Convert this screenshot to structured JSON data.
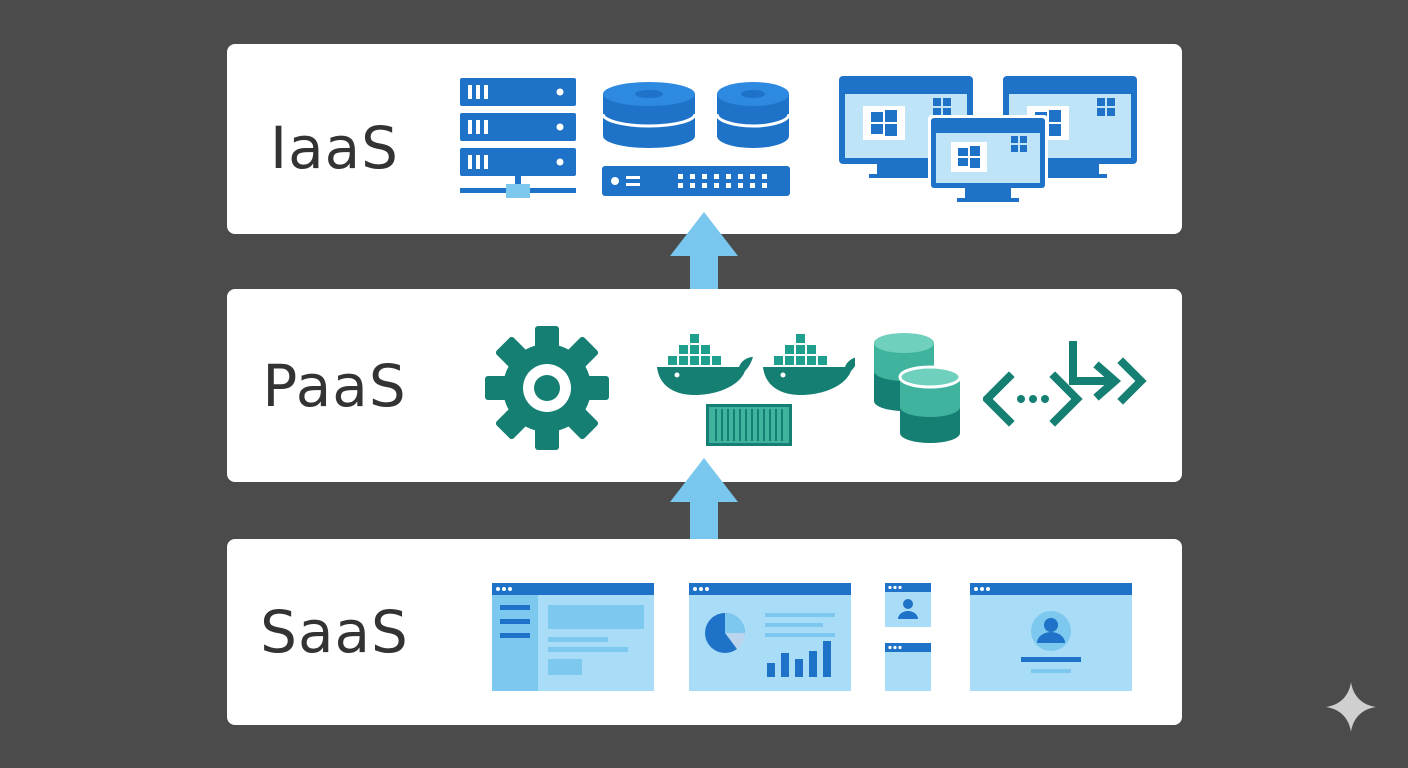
{
  "layers": {
    "iaas": {
      "title": "IaaS"
    },
    "paas": {
      "title": "PaaS"
    },
    "saas": {
      "title": "SaaS"
    }
  },
  "colors": {
    "background": "#4b4b4b",
    "iaas_blue": "#1e73c8",
    "paas_teal": "#147f72",
    "saas_blue": "#a9dcf7",
    "arrow": "#79c7ee"
  },
  "icons": {
    "iaas": [
      "server-rack-icon",
      "database-disk-icon",
      "network-switch-icon",
      "windows-vm-icon"
    ],
    "paas": [
      "gear-icon",
      "docker-whale-icon",
      "container-icon",
      "database-stack-icon",
      "api-code-icon"
    ],
    "saas": [
      "web-app-icon",
      "dashboard-icon",
      "profile-card-icon",
      "user-profile-page-icon"
    ],
    "watermark": "sparkle-icon"
  }
}
